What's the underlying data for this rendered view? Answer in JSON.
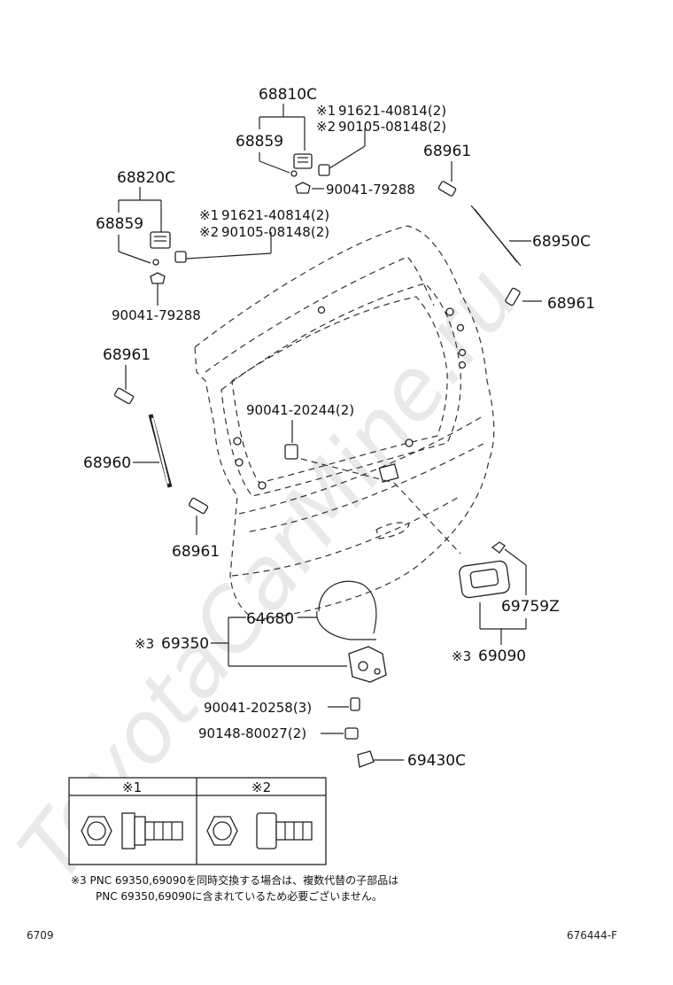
{
  "watermark": "ToyotaCarMine.ru",
  "parts": {
    "hinge_upper": "68810C",
    "hinge_upper_sub": "68859",
    "bolt_upper_1": "91621-40814(2)",
    "bolt_upper_2": "90105-08148(2)",
    "mark_1": "※1",
    "mark_2": "※2",
    "mark_3": "※3",
    "nut_upper": "90041-79288",
    "hinge_left": "68820C",
    "hinge_left_sub": "68859",
    "bolt_left_1": "91621-40814(2)",
    "bolt_left_2": "90105-08148(2)",
    "nut_left": "90041-79288",
    "stud_top_right": "68961",
    "strut_right": "68950C",
    "stud_mid_right": "68961",
    "stud_left_top": "68961",
    "strut_left": "68960",
    "stud_left_bottom": "68961",
    "clip_center": "90041-20244(2)",
    "cable": "64680",
    "lock_assy": "69350",
    "handle_clip": "69759Z",
    "handle_assy": "69090",
    "screw_lock": "90041-20258(3)",
    "screw_striker": "90148-80027(2)",
    "striker": "69430C"
  },
  "legend": {
    "header_1": "※1",
    "header_2": "※2"
  },
  "footnote": {
    "line1": "※3 PNC 69350,69090を同時交換する場合は、複数代替の子部品は",
    "line2": "PNC 69350,69090に含まれているため必要ございません。"
  },
  "footer": {
    "left": "6709",
    "right": "676444-F"
  }
}
